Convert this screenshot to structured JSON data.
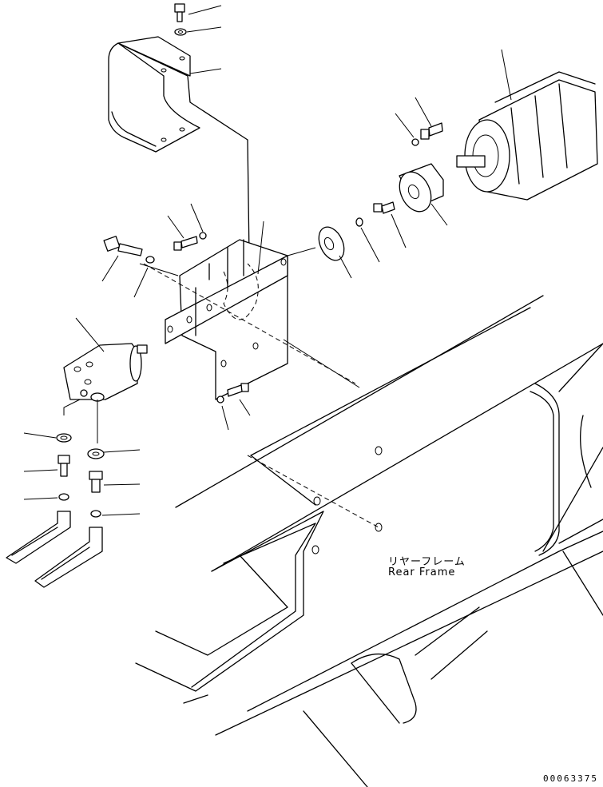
{
  "frame_label": {
    "japanese": "リヤーフレーム",
    "english": "Rear Frame"
  },
  "document_code": "00063375",
  "colors": {
    "line": "#000000",
    "background": "#ffffff"
  }
}
